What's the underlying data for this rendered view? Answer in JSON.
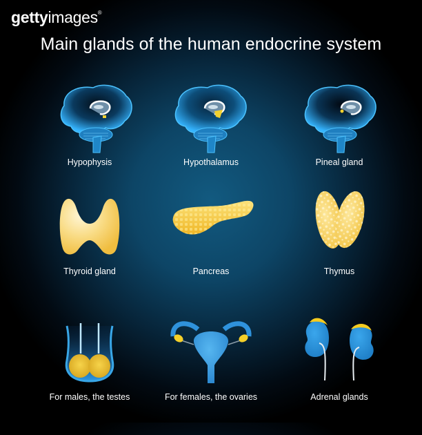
{
  "watermark": {
    "brand_bold": "getty",
    "brand_light": "images",
    "registered": "®"
  },
  "title": "Main glands of the human endocrine system",
  "colors": {
    "background_center": "#125a80",
    "background_edge": "#000000",
    "brain_blue": "#2ea3e8",
    "gland_yellow": "#f7d46a",
    "organ_blue": "#2c8ed6",
    "text": "#ffffff"
  },
  "glands": [
    {
      "label": "Hypophysis",
      "icon": "brain-hypophysis-icon"
    },
    {
      "label": "Hypothalamus",
      "icon": "brain-hypothalamus-icon"
    },
    {
      "label": "Pineal gland",
      "icon": "brain-pineal-icon"
    },
    {
      "label": "Thyroid gland",
      "icon": "thyroid-icon"
    },
    {
      "label": "Pancreas",
      "icon": "pancreas-icon"
    },
    {
      "label": "Thymus",
      "icon": "thymus-icon"
    },
    {
      "label": "For males, the testes",
      "icon": "testes-icon"
    },
    {
      "label": "For females, the ovaries",
      "icon": "ovaries-icon"
    },
    {
      "label": "Adrenal glands",
      "icon": "adrenal-glands-icon"
    }
  ]
}
